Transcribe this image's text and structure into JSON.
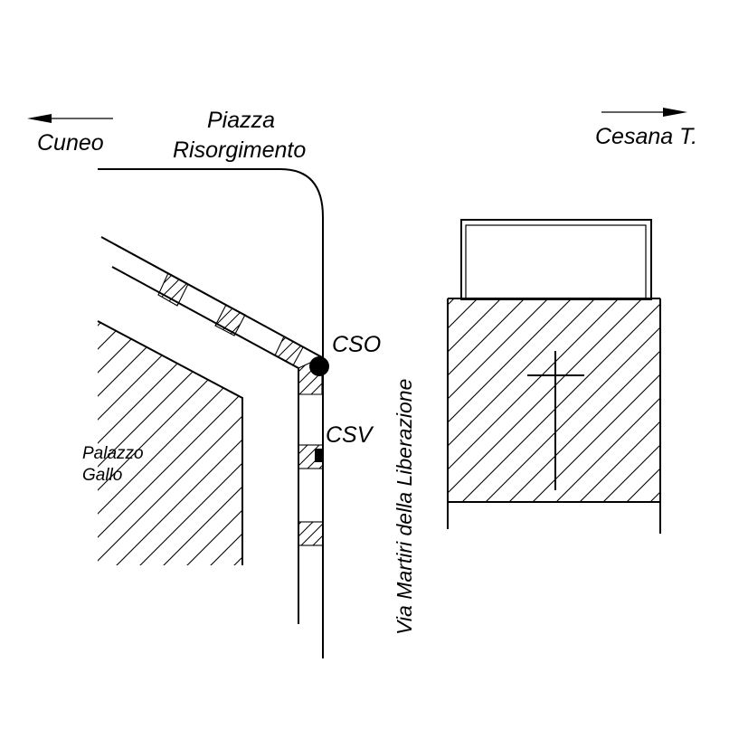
{
  "labels": {
    "west_destination": "Cuneo",
    "east_destination": "Cesana T.",
    "square_line1": "Piazza",
    "square_line2": "Risorgimento",
    "street": "Via Martiri della Liberazione",
    "building_line1": "Palazzo",
    "building_line2": "Gallo",
    "point_cso": "CSO",
    "point_csv": "CSV"
  },
  "colors": {
    "line": "#000000",
    "background": "#ffffff"
  }
}
